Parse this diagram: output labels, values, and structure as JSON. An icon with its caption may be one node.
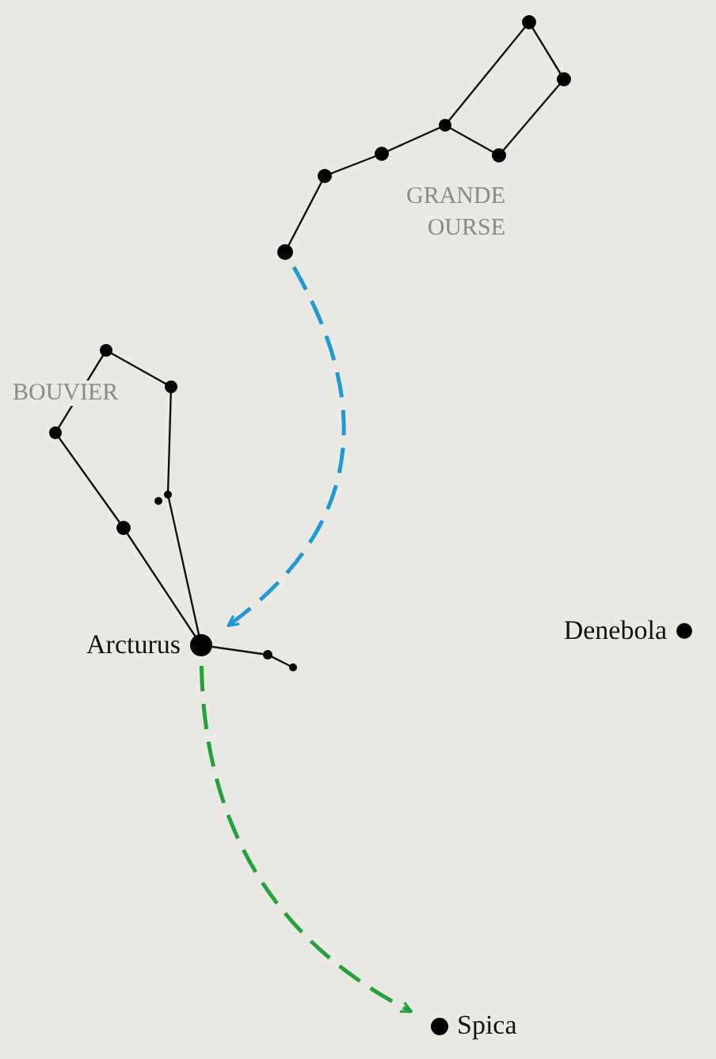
{
  "diagram": {
    "nodes": [
      {
        "text": [
          "Arcturus"
        ]
      },
      {
        "text": [
          "Denebola"
        ]
      },
      {
        "text": [
          "Spica"
        ]
      },
      {
        "text": [],
        "shape": "circle"
      }
    ],
    "edges": [
      {
        "from": 3,
        "to": 0,
        "arrow": "to",
        "style": "dashed",
        "color": "#1e9ad6"
      },
      {
        "from": 0,
        "to": 2,
        "arrow": "to",
        "style": "dashed",
        "color": "#22a23a"
      }
    ],
    "labels": [
      "GRANDE OURSE",
      "BOUVIER"
    ]
  }
}
